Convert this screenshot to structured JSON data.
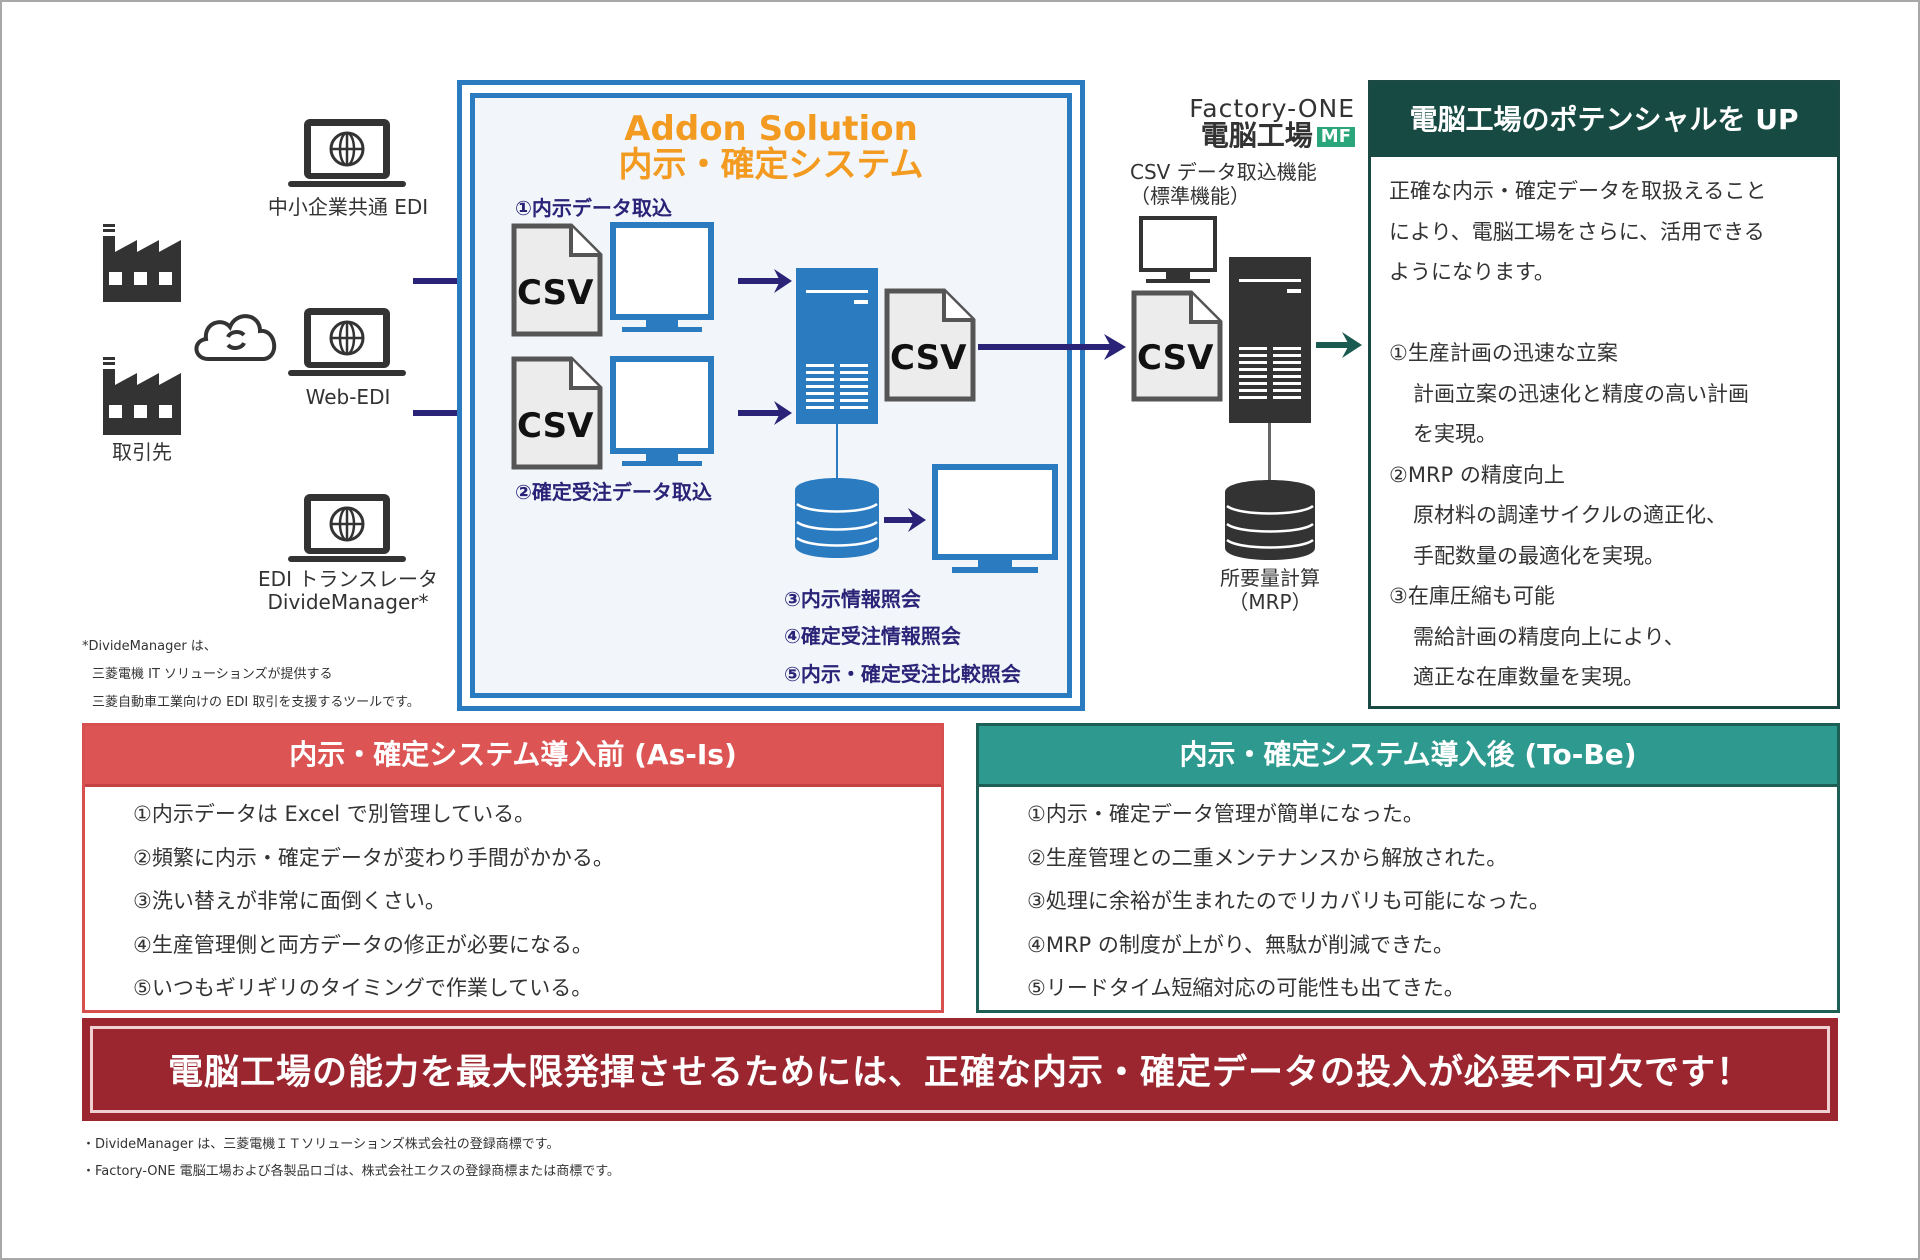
{
  "left": {
    "partner_label": "取引先",
    "edi_nodes": [
      {
        "label": "中小企業共通 EDI"
      },
      {
        "label": "Web-EDI"
      },
      {
        "label_line1": "EDI トランスレータ",
        "label_line2": "DivideManager*"
      }
    ],
    "note_lines": [
      "*DivideManager は、",
      "三菱電機 IT ソリューションズが提供する",
      "三菱自動車工業向けの EDI 取引を支援するツールです。"
    ]
  },
  "addon": {
    "title_line1": "Addon Solution",
    "title_line2": "内示・確定システム",
    "steps": {
      "step1": "①内示データ取込",
      "step2": "②確定受注データ取込",
      "step3": "③内示情報照会",
      "step4": "④確定受注情報照会",
      "step5": "⑤内示・確定受注比較照会"
    },
    "csv_label": "CSV"
  },
  "factory_one": {
    "logo_top": "Factory-ONE",
    "logo_bottom": "電脳工場",
    "logo_badge": "MF",
    "import_line1": "CSV データ取込機能",
    "import_line2": "（標準機能）",
    "csv_label": "CSV",
    "mrp_line1": "所要量計算",
    "mrp_line2": "（MRP）"
  },
  "potential": {
    "title": "電脳工場のポテンシャルを UP",
    "lines": [
      {
        "text": "正確な内示・確定データを取扱えること",
        "indent": false
      },
      {
        "text": "により、電脳工場をさらに、活用できる",
        "indent": false
      },
      {
        "text": "ようになります。",
        "indent": false
      },
      {
        "text": "",
        "indent": false
      },
      {
        "text": "①生産計画の迅速な立案",
        "indent": false
      },
      {
        "text": "計画立案の迅速化と精度の高い計画",
        "indent": true
      },
      {
        "text": "を実現。",
        "indent": true
      },
      {
        "text": "②MRP の精度向上",
        "indent": false
      },
      {
        "text": "原材料の調達サイクルの適正化、",
        "indent": true
      },
      {
        "text": "手配数量の最適化を実現。",
        "indent": true
      },
      {
        "text": "③在庫圧縮も可能",
        "indent": false
      },
      {
        "text": "需給計画の精度向上により、",
        "indent": true
      },
      {
        "text": "適正な在庫数量を実現。",
        "indent": true
      }
    ]
  },
  "as_is": {
    "title": "内示・確定システム導入前 (As-Is)",
    "items": [
      "①内示データは Excel で別管理している。",
      "②頻繁に内示・確定データが変わり手間がかかる。",
      "③洗い替えが非常に面倒くさい。",
      "④生産管理側と両方データの修正が必要になる。",
      "⑤いつもギリギリのタイミングで作業している。"
    ]
  },
  "to_be": {
    "title": "内示・確定システム導入後 (To-Be)",
    "items": [
      "①内示・確定データ管理が簡単になった。",
      "②生産管理との二重メンテナンスから解放された。",
      "③処理に余裕が生まれたのでリカバリも可能になった。",
      "④MRP の制度が上がり、無駄が削減できた。",
      "⑤リードタイム短縮対応の可能性も出てきた。"
    ]
  },
  "banner": {
    "text": "電脳工場の能力を最大限発揮させるためには、正確な内示・確定データの投入が必要不可欠です！"
  },
  "footnotes": [
    "・DivideManager は、三菱電機ＩＴソリューションズ株式会社の登録商標です。",
    "・Factory-ONE 電脳工場および各製品ロゴは、株式会社エクスの登録商標または商標です。"
  ],
  "colors": {
    "addon_blue": "#2b7bc1",
    "addon_title_orange": "#f39a21",
    "arrow_navy": "#2a2377",
    "potential_green": "#174a42",
    "as_is_red": "#dc5453",
    "to_be_teal": "#2e9a8f",
    "banner_red": "#9b2630"
  }
}
